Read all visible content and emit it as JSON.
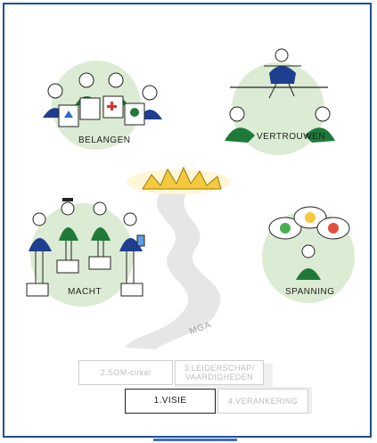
{
  "diagram": {
    "labels": {
      "belangen": "BELANGEN",
      "vertrouwen": "VERTROUWEN",
      "macht": "MACHT",
      "spanning": "SPANNING",
      "mga": "MGA"
    },
    "steps": [
      {
        "label": "2.SOM-cirkel",
        "active": false
      },
      {
        "label": "3.LEIDERSCHAP/\nVAARDIGHEDEN",
        "active": false
      },
      {
        "label": "1.VISIE",
        "active": true
      },
      {
        "label": "4.VERANKERING",
        "active": false
      }
    ]
  },
  "colors": {
    "frame": "#1f4e9a",
    "circle": "#dcebd3",
    "green": "#1f7a3a",
    "blue": "#1e3f8f",
    "sun": "#f6c83c",
    "road": "#e6e6e6"
  }
}
